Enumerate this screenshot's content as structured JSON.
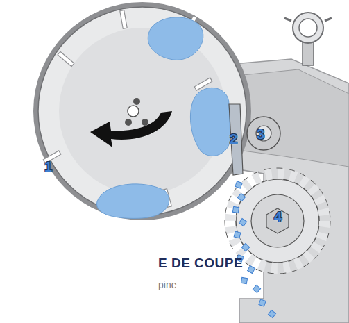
{
  "diagram": {
    "title": "E DE COUPE",
    "labels": [
      "1",
      "2",
      "3",
      "4",
      "pine"
    ]
  }
}
